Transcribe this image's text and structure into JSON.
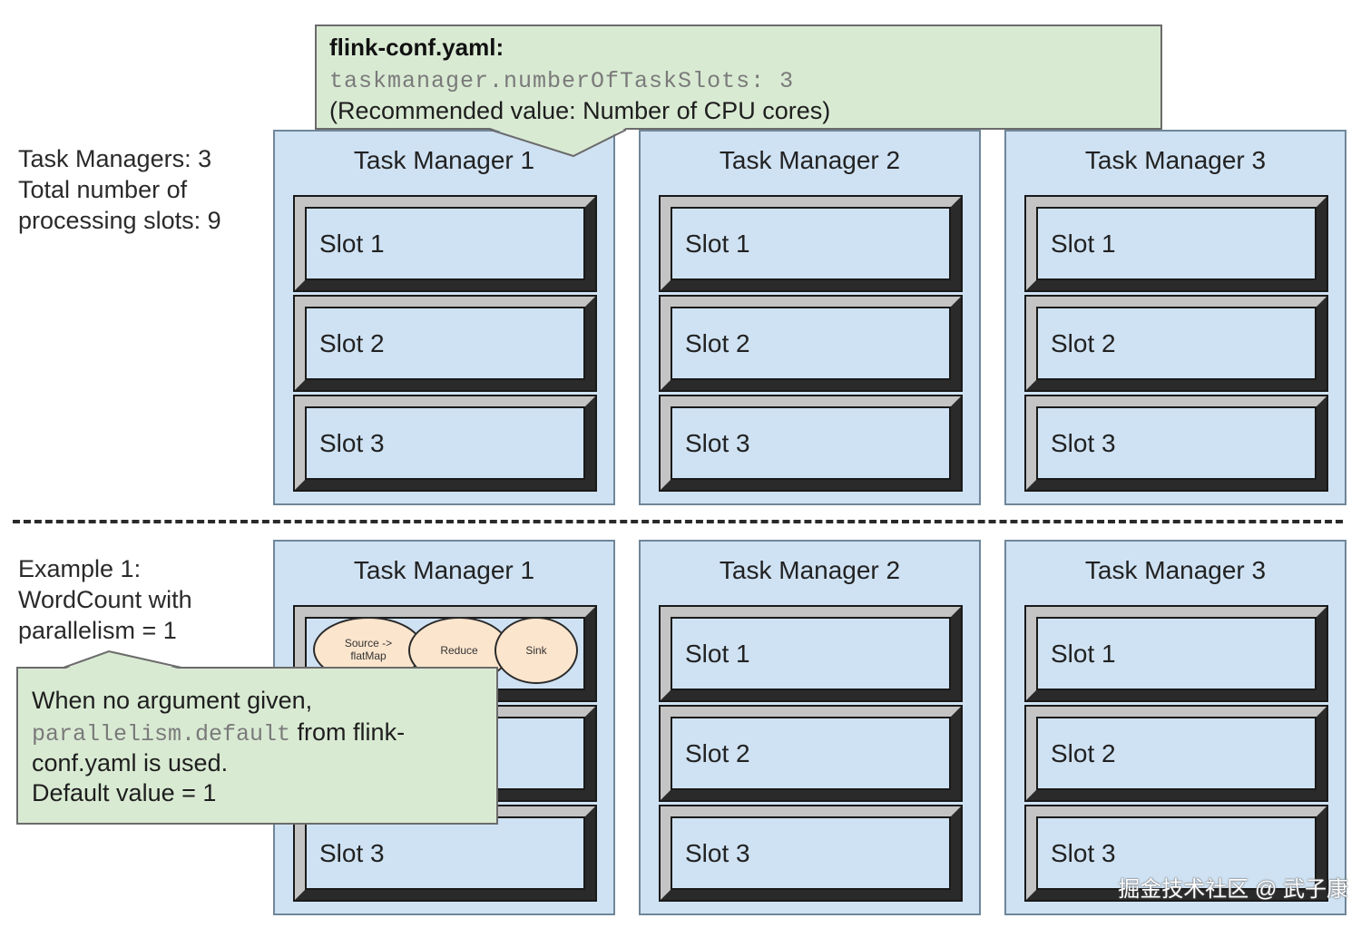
{
  "config_callout": {
    "title": "flink-conf.yaml:",
    "code": "taskmanager.numberOfTaskSlots: 3",
    "note": "(Recommended value: Number of CPU cores)"
  },
  "top_side": {
    "lines": [
      "Task Managers: 3",
      "Total number of",
      "processing slots: 9"
    ]
  },
  "top_row": [
    {
      "title": "Task Manager 1",
      "slots": [
        "Slot 1",
        "Slot 2",
        "Slot 3"
      ]
    },
    {
      "title": "Task Manager 2",
      "slots": [
        "Slot 1",
        "Slot 2",
        "Slot 3"
      ]
    },
    {
      "title": "Task Manager 3",
      "slots": [
        "Slot 1",
        "Slot 2",
        "Slot 3"
      ]
    }
  ],
  "bottom_side": {
    "lines": [
      "Example 1:",
      "WordCount with",
      "parallelism = 1"
    ]
  },
  "bottom_row": [
    {
      "title": "Task Manager 1",
      "slots": [
        "",
        "",
        "Slot 3"
      ]
    },
    {
      "title": "Task Manager 2",
      "slots": [
        "Slot 1",
        "Slot 2",
        "Slot 3"
      ]
    },
    {
      "title": "Task Manager 3",
      "slots": [
        "Slot 1",
        "Slot 2",
        "Slot 3"
      ]
    }
  ],
  "operators": [
    {
      "label_line1": "Source ->",
      "label_line2": "flatMap"
    },
    {
      "label_line1": "Reduce",
      "label_line2": ""
    },
    {
      "label_line1": "Sink",
      "label_line2": ""
    }
  ],
  "parallelism_callout": {
    "line1": "When no argument given,",
    "code": "parallelism.default",
    "line2_rest": " from flink-",
    "line3": "conf.yaml is used.",
    "line4": "Default value = 1"
  },
  "watermark": "掘金技术社区 @ 武子康"
}
